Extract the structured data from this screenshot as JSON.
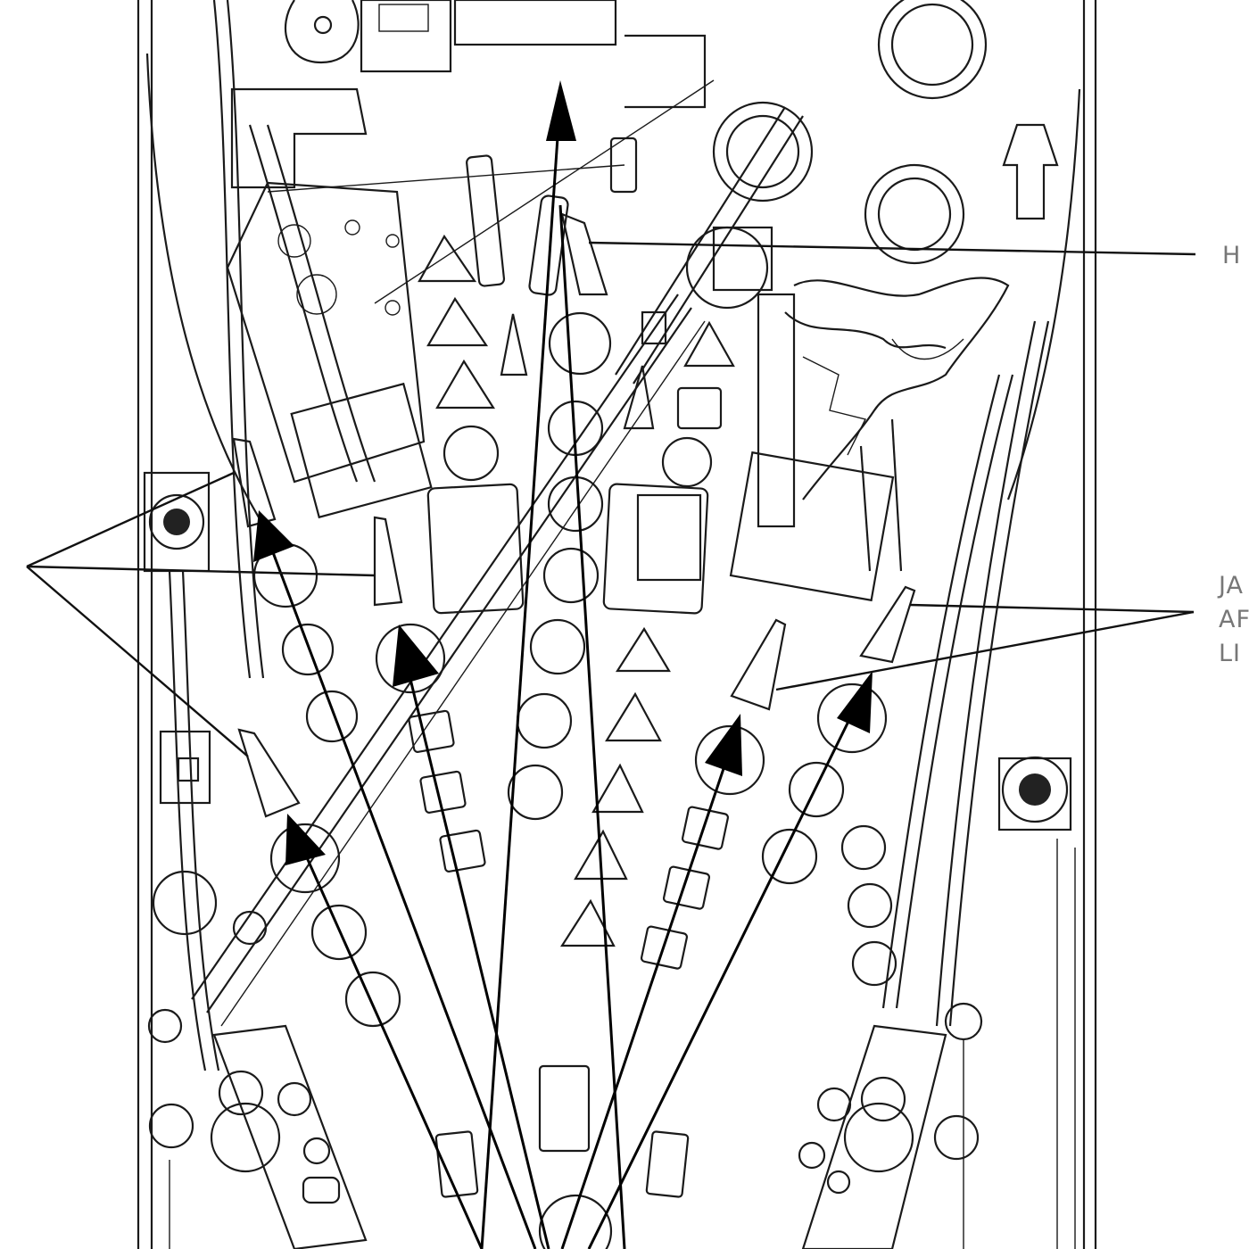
{
  "diagram": {
    "labels": {
      "top_right": "H",
      "right_line1": "JA",
      "right_line2": "AF",
      "right_line3": "LI"
    },
    "colors": {
      "line": "#1a1a1a",
      "label": "#777777",
      "background": "#ffffff"
    }
  }
}
